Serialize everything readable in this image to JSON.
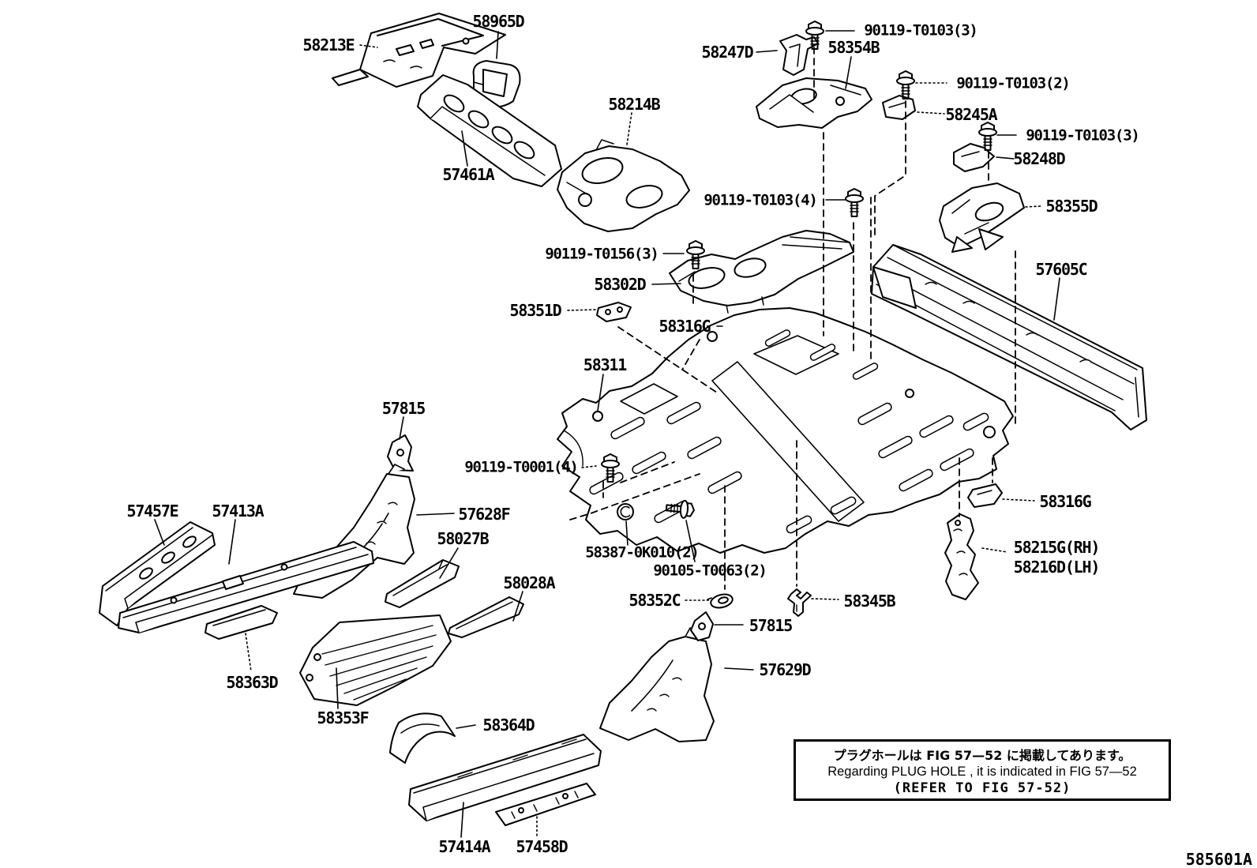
{
  "diagram": {
    "figure_code": "585601A",
    "note": {
      "jp": "プラグホールは FIG 57—52 に掲載してあります。",
      "en": "Regarding PLUG HOLE , it is indicated in FIG 57—52",
      "ref": "(REFER TO FIG 57-52)"
    },
    "labels": [
      {
        "id": "58213E",
        "text": "58213E"
      },
      {
        "id": "58965D",
        "text": "58965D"
      },
      {
        "id": "58214B",
        "text": "58214B"
      },
      {
        "id": "57461A",
        "text": "57461A"
      },
      {
        "id": "90119-T0103-a",
        "text": "90119-T0103(3)"
      },
      {
        "id": "58247D",
        "text": "58247D"
      },
      {
        "id": "58354B",
        "text": "58354B"
      },
      {
        "id": "90119-T0103-c",
        "text": "90119-T0103(2)"
      },
      {
        "id": "58245A",
        "text": "58245A"
      },
      {
        "id": "90119-T0103-b",
        "text": "90119-T0103(3)"
      },
      {
        "id": "58248D",
        "text": "58248D"
      },
      {
        "id": "90119-T0103-d",
        "text": "90119-T0103(4)"
      },
      {
        "id": "58355D",
        "text": "58355D"
      },
      {
        "id": "57605C",
        "text": "57605C"
      },
      {
        "id": "90119-T0156",
        "text": "90119-T0156(3)"
      },
      {
        "id": "58302D",
        "text": "58302D"
      },
      {
        "id": "58351D",
        "text": "58351D"
      },
      {
        "id": "58316G-a",
        "text": "58316G"
      },
      {
        "id": "58311",
        "text": "58311"
      },
      {
        "id": "57815-upper",
        "text": "57815"
      },
      {
        "id": "90119-T0001",
        "text": "90119-T0001(4)"
      },
      {
        "id": "57457E",
        "text": "57457E"
      },
      {
        "id": "57413A",
        "text": "57413A"
      },
      {
        "id": "57628F",
        "text": "57628F"
      },
      {
        "id": "58027B",
        "text": "58027B"
      },
      {
        "id": "58028A",
        "text": "58028A"
      },
      {
        "id": "58387-0K010",
        "text": "58387-0K010(2)"
      },
      {
        "id": "90105-T0063",
        "text": "90105-T0063(2)"
      },
      {
        "id": "58352C",
        "text": "58352C"
      },
      {
        "id": "58345B",
        "text": "58345B"
      },
      {
        "id": "57815-lower",
        "text": "57815"
      },
      {
        "id": "57629D",
        "text": "57629D"
      },
      {
        "id": "58363D",
        "text": "58363D"
      },
      {
        "id": "58353F",
        "text": "58353F"
      },
      {
        "id": "58364D",
        "text": "58364D"
      },
      {
        "id": "58316G-b",
        "text": "58316G"
      },
      {
        "id": "58215G",
        "text": "58215G(RH)"
      },
      {
        "id": "58216D",
        "text": "58216D(LH)"
      },
      {
        "id": "57414A",
        "text": "57414A"
      },
      {
        "id": "57458D",
        "text": "57458D"
      }
    ]
  }
}
